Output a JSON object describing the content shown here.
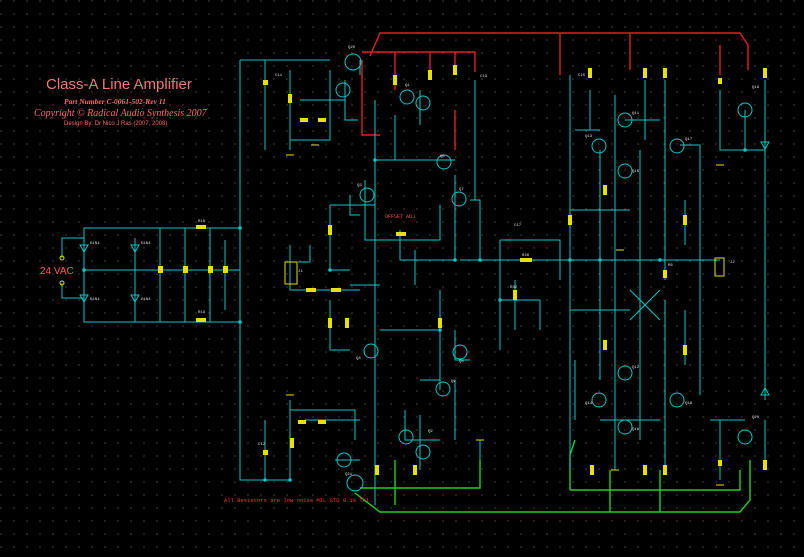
{
  "title": "Class-A Line Amplifier",
  "part_number": "Part Number C-0061-502-Rev 11",
  "copyright": "Copyright © Radical Audio Synthesis 2007",
  "designer": "Design By: Dr Nico J Ras (2007, 2008)",
  "input_label": "24 VAC",
  "footnote": "All Resistors are low noise MIL-STD 0.1% Tol.",
  "offset_label": "OFFSET ADJ",
  "colors": {
    "background": "#000000",
    "wire": "#00c8c8",
    "positive_rail": "#e02020",
    "negative_rail": "#20d020",
    "component": "#e8e000",
    "label": "#ff5050"
  }
}
